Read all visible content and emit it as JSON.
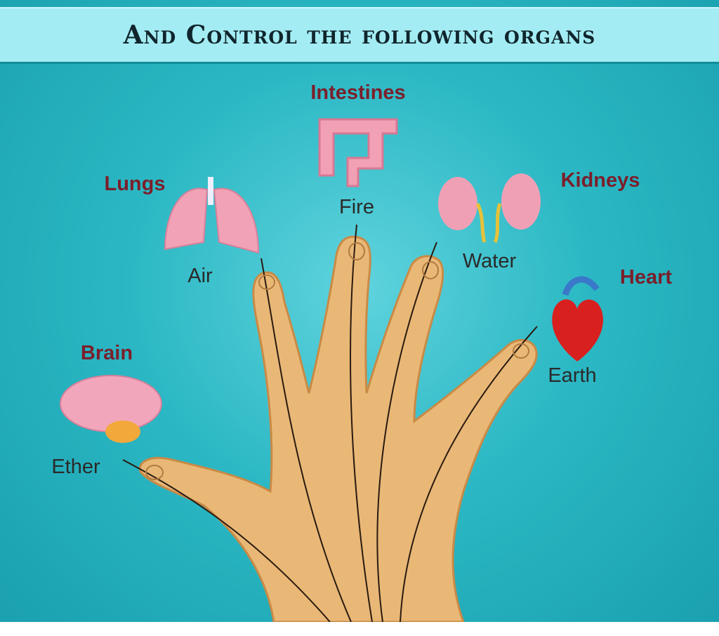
{
  "title": "And Control the following organs",
  "fingers": [
    {
      "organ": "Brain",
      "element": "Ether",
      "finger": "thumb"
    },
    {
      "organ": "Lungs",
      "element": "Air",
      "finger": "index"
    },
    {
      "organ": "Intestines",
      "element": "Fire",
      "finger": "middle"
    },
    {
      "organ": "Kidneys",
      "element": "Water",
      "finger": "ring"
    },
    {
      "organ": "Heart",
      "element": "Earth",
      "finger": "little"
    }
  ],
  "colors": {
    "background": "#2bb8c4",
    "banner": "#a4ecf3",
    "organ_label": "#7a1f2b",
    "skin": "#e9b877"
  }
}
